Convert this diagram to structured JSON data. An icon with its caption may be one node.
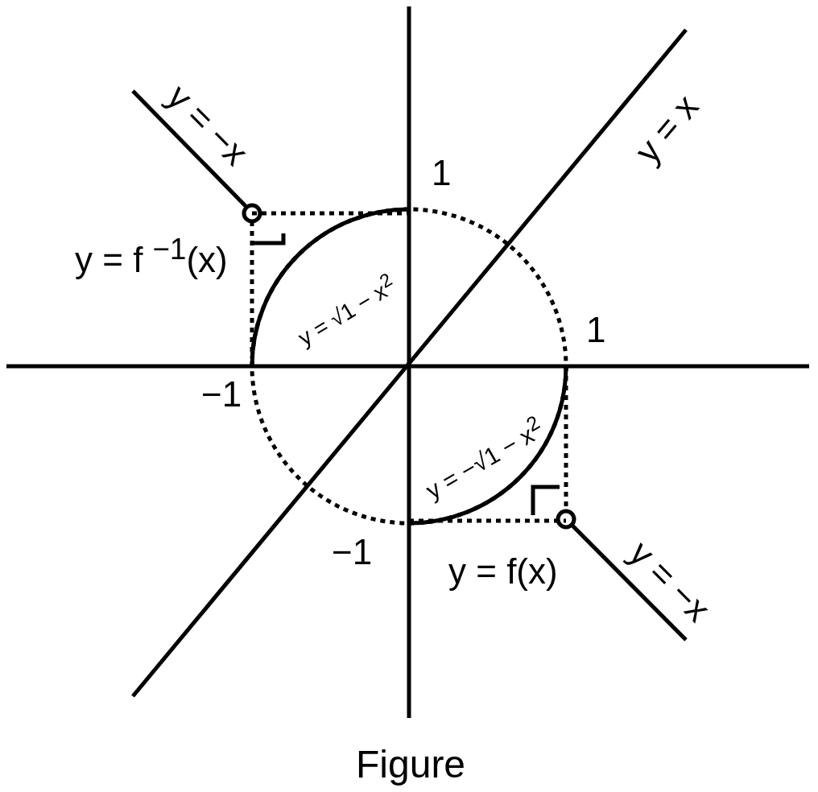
{
  "diagram": {
    "caption": "Figure",
    "labels": [
      "y = −x",
      "1",
      "y = x",
      "y = f $^{−1}$(x)",
      "y = √1 − x$^{2}$",
      "1",
      "−1",
      "y = −√1 − x$^{2}$",
      "−1",
      "y = f(x)",
      "y = −x"
    ]
  }
}
